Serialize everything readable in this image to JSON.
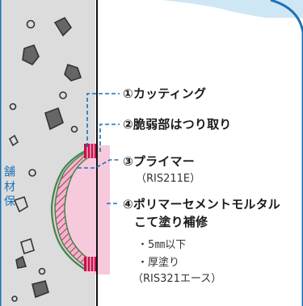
{
  "steps": {
    "cutting": "①カッティング",
    "removal": "②脆弱部はつり取り",
    "primer": "③プライマー",
    "primer_product": "（RIS211E）",
    "mortar_line1": "④ポリマーセメントモルタル",
    "mortar_line2": "こて塗り補修",
    "note_thickness": "・5㎜以下",
    "note_coat": "・厚塗り",
    "mortar_product": "（RIS321エース）"
  },
  "side_text": "舗 材 保",
  "colors": {
    "border_blue": "#1a72b8",
    "concrete": "#dcdcdc",
    "mortar_pink": "#f7c9dc",
    "repair_pink": "#e66a98",
    "cut_magenta": "#c8104d",
    "primer_green": "#3a8a4a",
    "stone": "#666666"
  }
}
